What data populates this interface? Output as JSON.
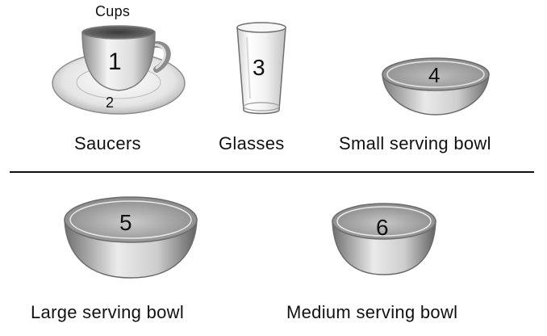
{
  "cups_label": "Cups",
  "items": {
    "cup_saucer": {
      "cup_number": "1",
      "saucer_number": "2",
      "label": "Saucers"
    },
    "glass": {
      "number": "3",
      "label": "Glasses"
    },
    "small_bowl": {
      "number": "4",
      "label": "Small serving bowl"
    },
    "large_bowl": {
      "number": "5",
      "label": "Large serving bowl"
    },
    "medium_bowl": {
      "number": "6",
      "label": "Medium serving bowl"
    }
  }
}
